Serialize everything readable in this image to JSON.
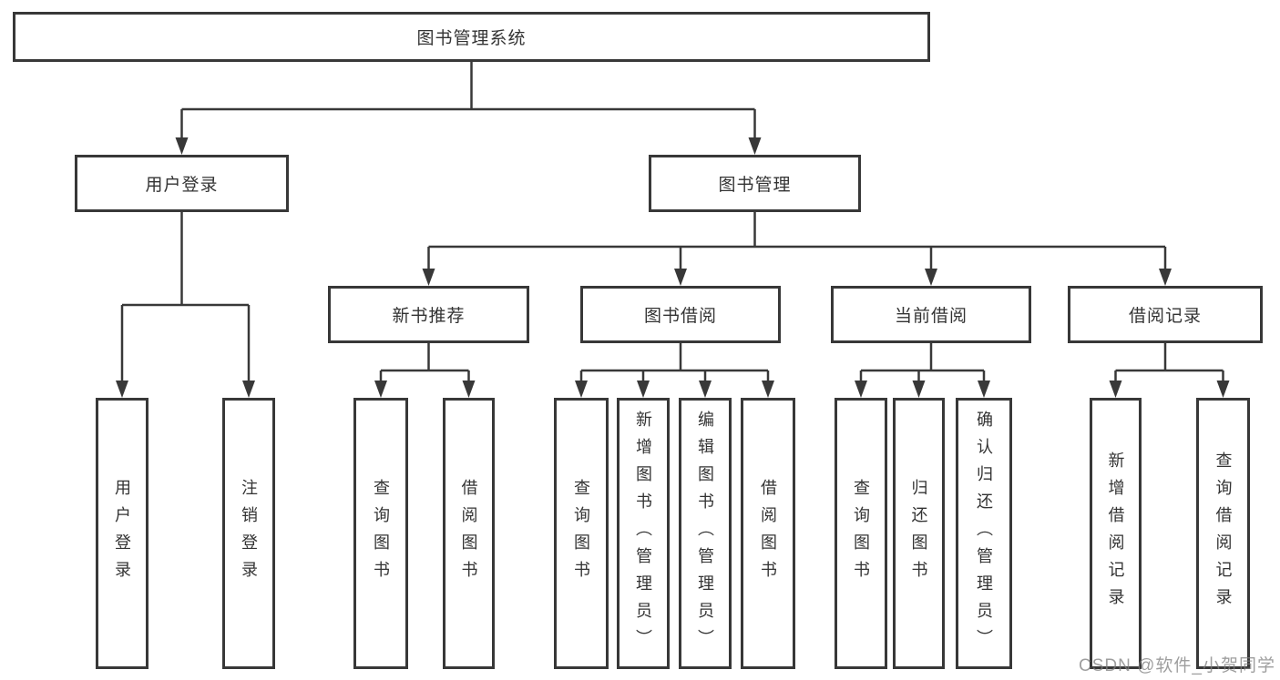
{
  "root": {
    "label": "图书管理系统"
  },
  "level2": [
    {
      "label": "用户登录"
    },
    {
      "label": "图书管理"
    }
  ],
  "level3": [
    {
      "label": "新书推荐"
    },
    {
      "label": "图书借阅"
    },
    {
      "label": "当前借阅"
    },
    {
      "label": "借阅记录"
    }
  ],
  "leaves": {
    "user_login": [
      "用户登录",
      "注销登录"
    ],
    "new_books": [
      "查询图书",
      "借阅图书"
    ],
    "book_borrow": [
      "查询图书",
      "新增图书（管理员）",
      "编辑图书（管理员）",
      "借阅图书"
    ],
    "current_borrow": [
      "查询图书",
      "归还图书",
      "确认归还（管理员）"
    ],
    "borrow_records": [
      "新增借阅记录",
      "查询借阅记录"
    ]
  },
  "watermark": "CSDN @软件_小贺同学",
  "colors": {
    "line": "#383838",
    "box_bg": "#ffffff",
    "watermark": "#7d7d7d"
  }
}
